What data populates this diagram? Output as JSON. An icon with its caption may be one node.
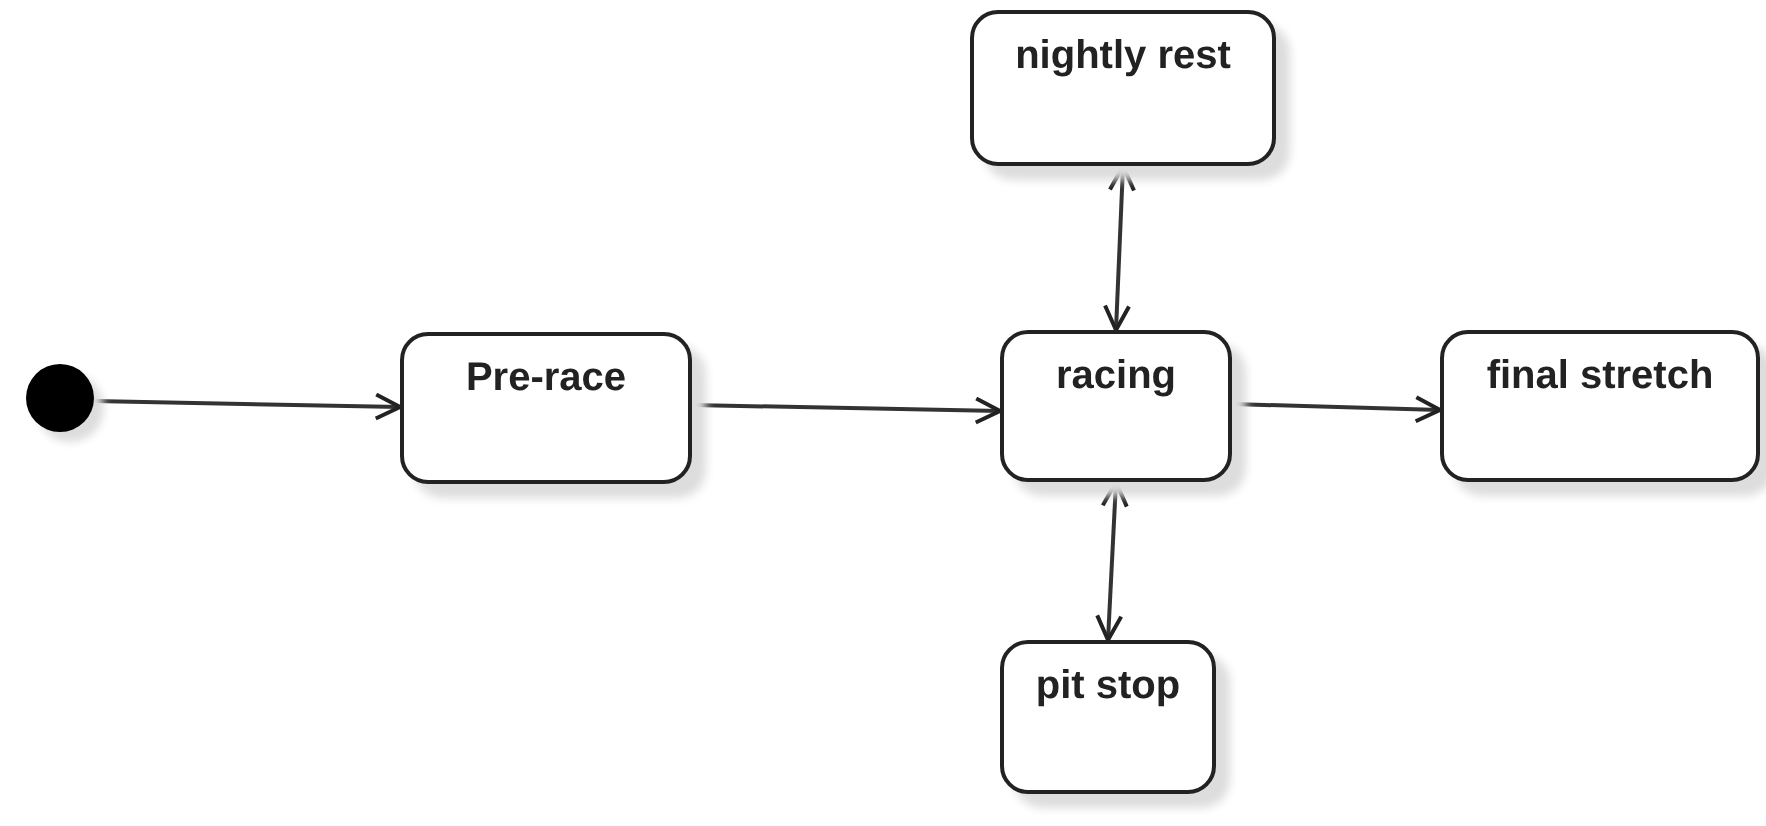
{
  "diagram": {
    "nodes": [
      {
        "text": [],
        "shape": "circle"
      },
      {
        "text": [
          "Pre-race"
        ]
      },
      {
        "text": [
          "nightly rest"
        ]
      },
      {
        "text": [
          "racing"
        ]
      },
      {
        "text": [
          "final stretch"
        ]
      },
      {
        "text": [
          "pit stop"
        ]
      }
    ],
    "edges": [
      {
        "from": 0,
        "to": 1,
        "arrow": "to"
      },
      {
        "from": 1,
        "to": 3,
        "arrow": "to"
      },
      {
        "from": 3,
        "to": 4,
        "arrow": "to"
      },
      {
        "from": 3,
        "to": 2,
        "arrow": "both"
      },
      {
        "from": 3,
        "to": 5,
        "arrow": "both"
      }
    ]
  }
}
